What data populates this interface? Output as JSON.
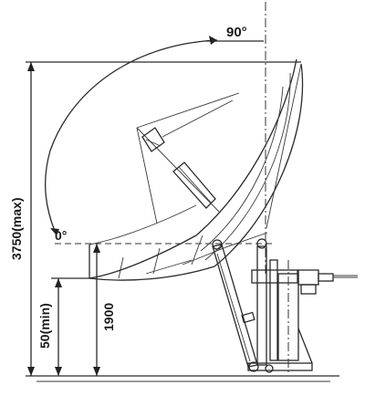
{
  "labels": {
    "angle_top": "90°",
    "angle_zero": "0°",
    "height_max": "3750(max)",
    "height_axis": "1900",
    "height_min": "50(min)"
  }
}
